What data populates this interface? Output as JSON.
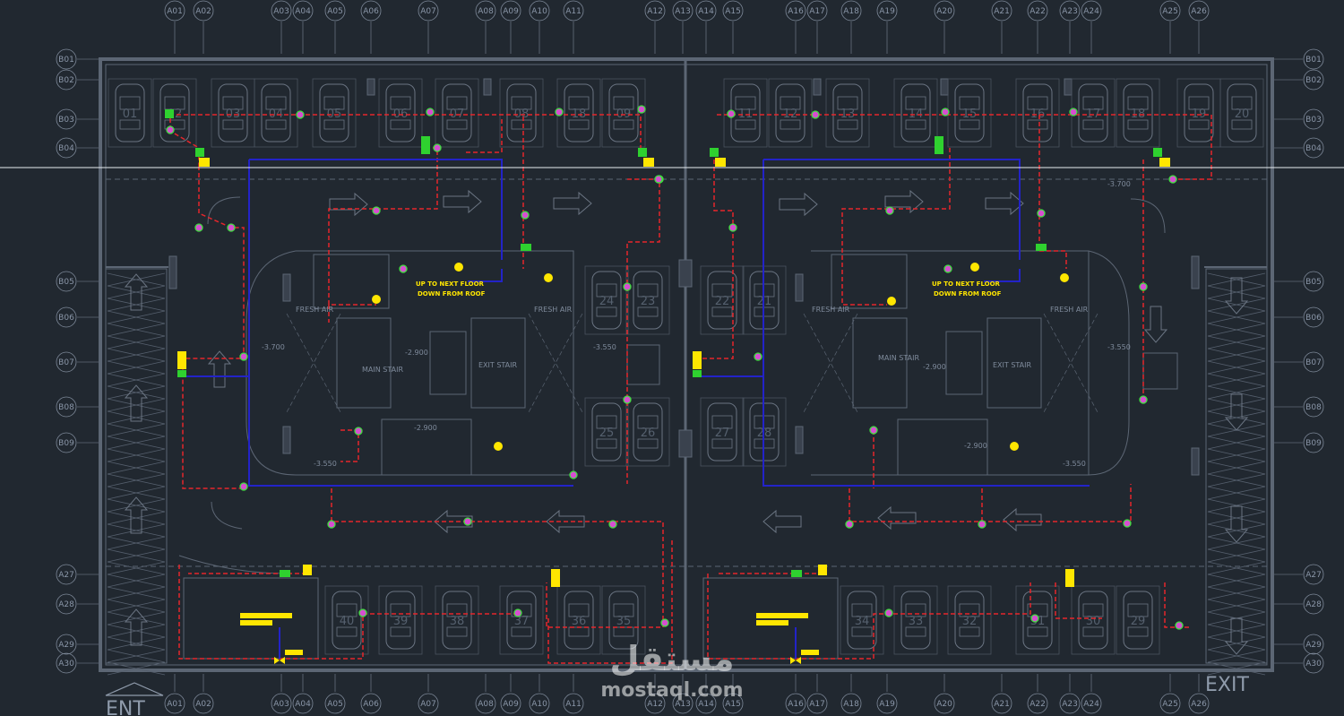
{
  "drawing": {
    "background": "#212830",
    "colors": {
      "wall": "#5c6674",
      "grid": "#7d8898",
      "fire_line": "#e5262b",
      "water_line": "#2323c8",
      "node_fill": "#d64fd0",
      "node_stroke": "#3fe03f",
      "equipment_fill": "#2fd12f",
      "valve": "#ffe600"
    },
    "column_grid": [
      "A01",
      "A02",
      "A03",
      "A04",
      "A05",
      "A06",
      "A07",
      "A08",
      "A09",
      "A10",
      "A11",
      "A12",
      "A13",
      "A14",
      "A15",
      "A16",
      "A17",
      "A18",
      "A19",
      "A20",
      "A21",
      "A22",
      "A23",
      "A24",
      "A25",
      "A26"
    ],
    "row_grid_top": [
      "B01",
      "B02",
      "B03",
      "B04"
    ],
    "row_grid_mid": [
      "B05",
      "B06",
      "B07",
      "B08",
      "B09"
    ],
    "row_grid_bottom": [
      "A27",
      "A28",
      "A29",
      "A30"
    ],
    "parking_top": [
      "01",
      "02",
      "03",
      "04",
      "05",
      "06",
      "07",
      "08",
      "18",
      "09",
      "11",
      "12",
      "13",
      "14",
      "15",
      "16",
      "17",
      "18",
      "19",
      "20"
    ],
    "parking_middle": [
      "24",
      "23",
      "22",
      "21",
      "25",
      "26",
      "27",
      "28"
    ],
    "parking_bottom": [
      "40",
      "39",
      "38",
      "37",
      "36",
      "35",
      "34",
      "33",
      "32",
      "31",
      "30",
      "29"
    ],
    "labels": {
      "up_next_floor": "UP TO NEXT FLOOR",
      "down_from_roof": "DOWN FROM ROOF",
      "fresh_air": "FRESH AIR",
      "main_stair": "MAIN STAIR",
      "exit_stair": "EXIT STAIR",
      "level_a": "-3.700",
      "level_b": "-3.550",
      "level_c": "-2.900",
      "entrance": "ENT",
      "exit": "EXIT"
    },
    "watermark": {
      "arabic": "مستقل",
      "latin": "mostaql.com"
    }
  }
}
